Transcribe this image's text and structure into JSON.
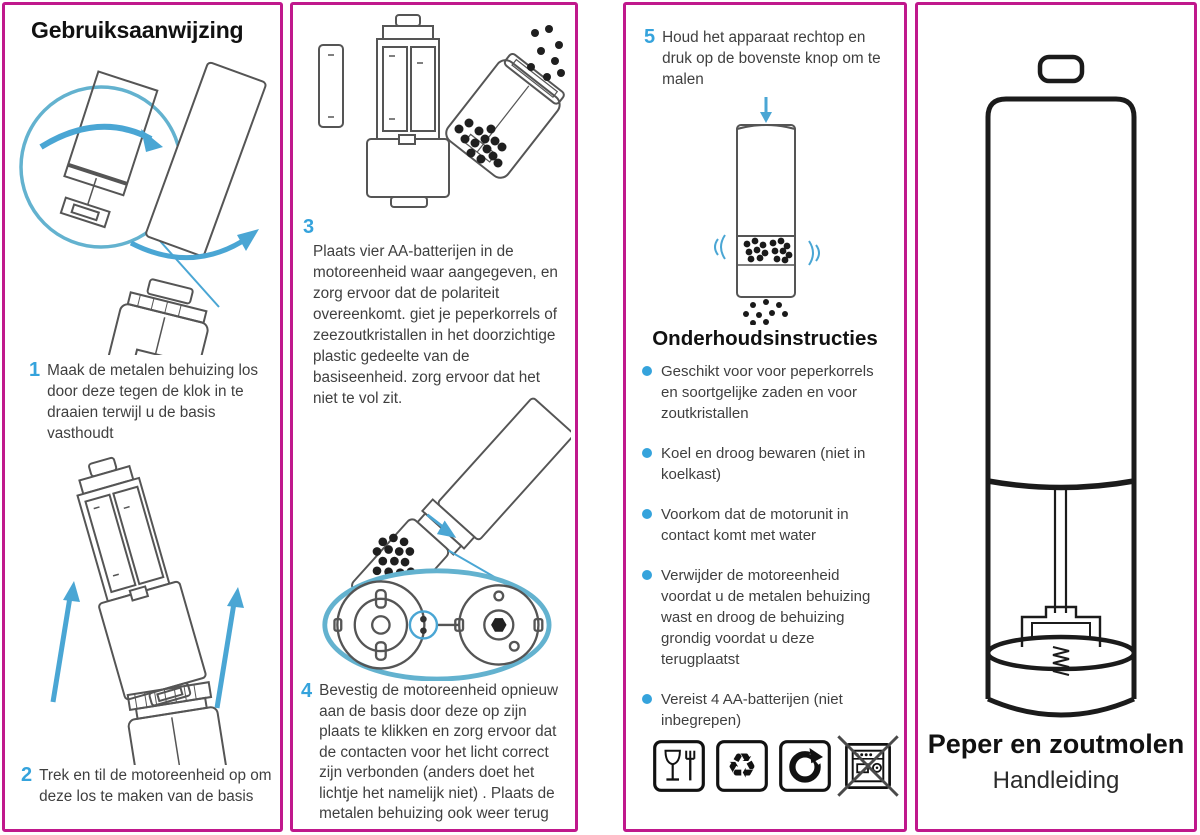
{
  "colors": {
    "panel_border": "#c0188c",
    "accent_blue": "#35a3dc",
    "body_text": "#3f3f3f",
    "heading_text": "#111111",
    "drawing_line": "#555555"
  },
  "panel_instructions": {
    "title": "Gebruiksaanwijzing",
    "step1": {
      "num": "1",
      "text": "Maak de metalen behuizing los door deze tegen de klok in te draaien terwijl u de basis vasthoudt"
    },
    "step2": {
      "num": "2",
      "text": "Trek en til de motoreenheid op om deze los te maken van de basis"
    }
  },
  "panel_battery": {
    "step3": {
      "num": "3",
      "text": "Plaats vier AA-batterijen in de motoreenheid waar aangegeven, en zorg ervoor dat de polariteit overeenkomt. giet je peperkorrels of zeezoutkristallen in het doorzichtige plastic gedeelte van de basiseenheid. zorg ervoor dat het niet te vol zit."
    },
    "step4": {
      "num": "4",
      "text": "Bevestig de motoreenheid opnieuw aan de basis door deze op zijn plaats te klikken en zorg ervoor dat de contacten voor het licht correct zijn verbonden (anders doet het lichtje het namelijk niet) . Plaats de metalen behuizing ook weer terug"
    }
  },
  "panel_maintenance": {
    "step5": {
      "num": "5",
      "text": "Houd het apparaat rechtop en druk op de bovenste knop om te malen"
    },
    "title": "Onderhoudsinstructies",
    "bullets": [
      "Geschikt voor voor peperkorrels en soortgelijke zaden en voor zoutkristallen",
      "Koel en droog bewaren (niet in koelkast)",
      "Voorkom dat de motorunit in contact komt met water",
      "Verwijder de motoreenheid voordat u de metalen behuizing wast en droog de behuizing grondig voordat u deze terugplaatst",
      "Vereist 4 AA-batterijen (niet inbegrepen)"
    ],
    "symbol_icons": [
      "food-safe",
      "recyclable",
      "green-dot",
      "not-dishwasher-safe"
    ]
  },
  "panel_cover": {
    "product_title": "Peper en zoutmolen",
    "subtitle": "Handleiding"
  }
}
